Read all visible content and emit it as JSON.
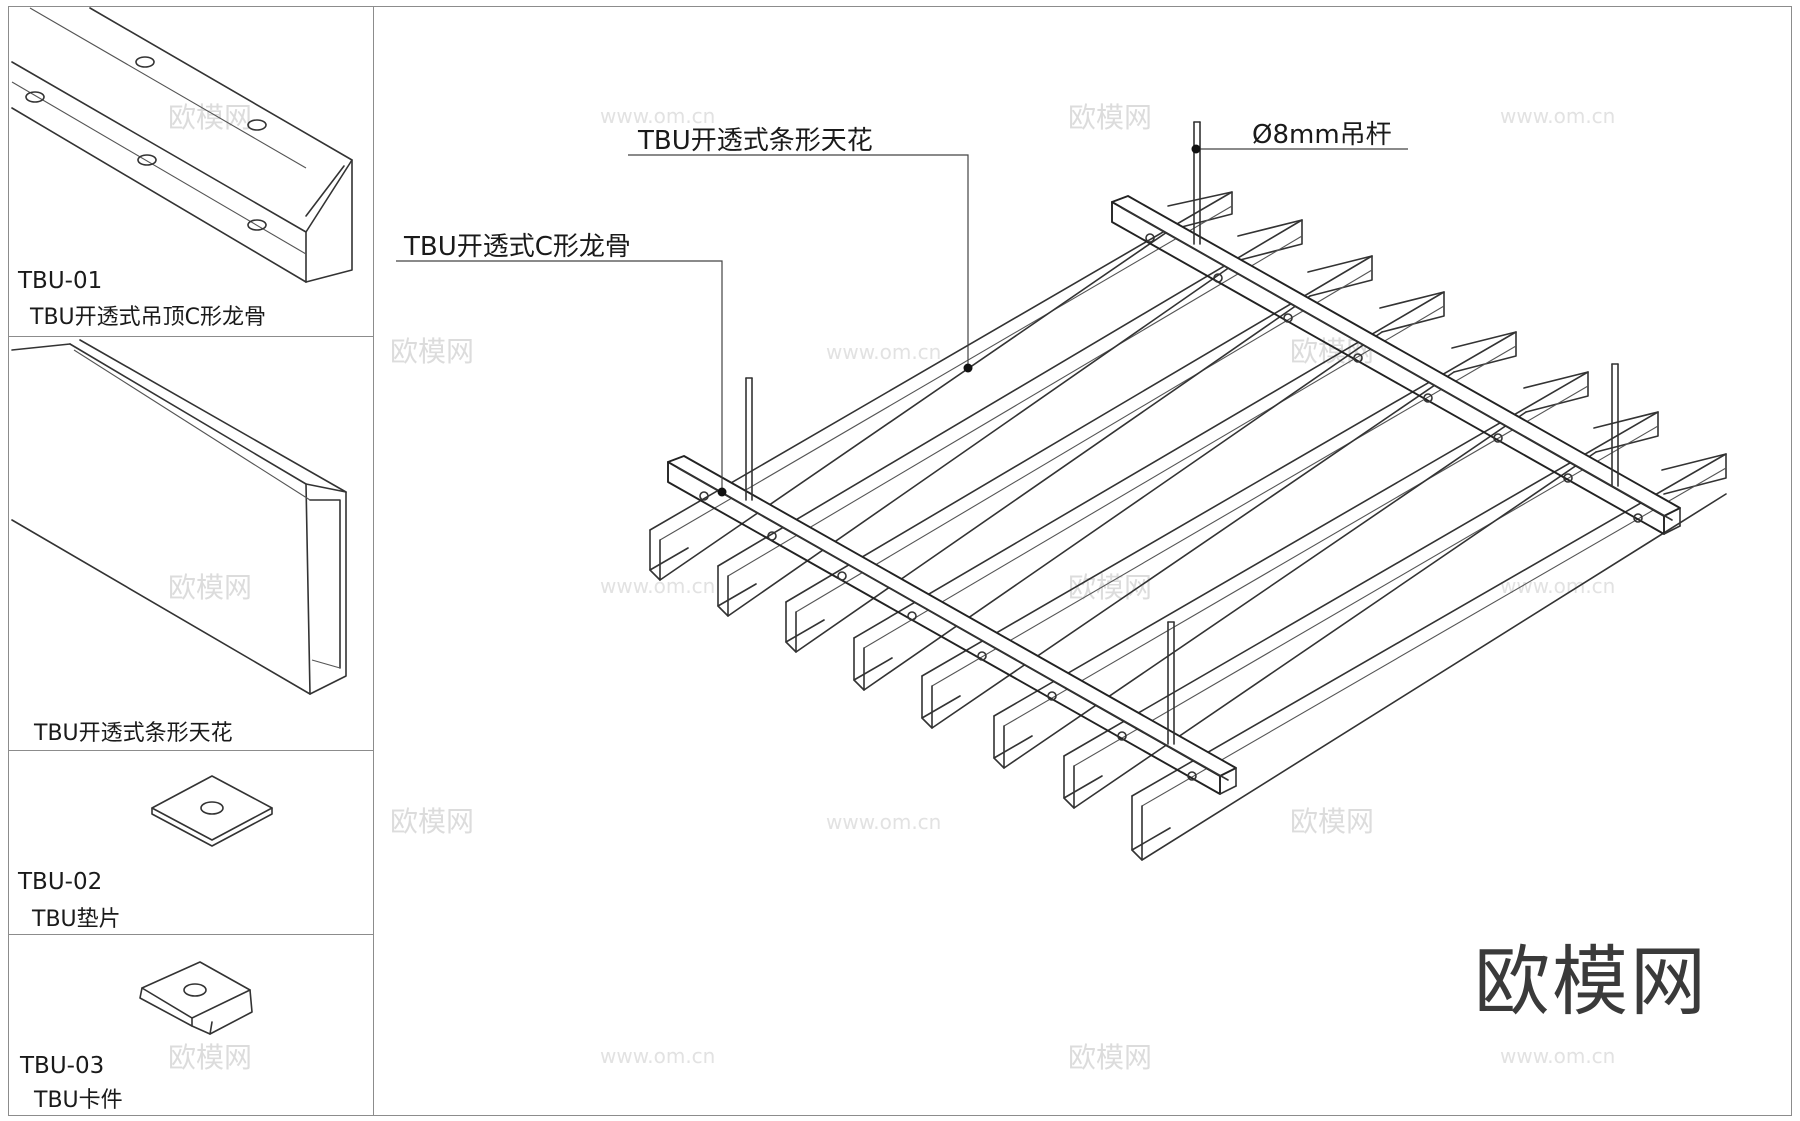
{
  "panels": [
    {
      "code": "TBU-01",
      "name": "TBU开透式吊顶C形龙骨"
    },
    {
      "code": "",
      "name": "TBU开透式条形天花"
    },
    {
      "code": "TBU-02",
      "name": "TBU垫片"
    },
    {
      "code": "TBU-03",
      "name": "TBU卡件"
    }
  ],
  "callouts": {
    "strip_ceiling": "TBU开透式条形天花",
    "c_keel": "TBU开透式C形龙骨",
    "rod": "Ø8mm吊杆"
  },
  "brand": "欧模网",
  "watermark": {
    "logo": "欧模网",
    "url": "www.om.cn"
  },
  "colors": {
    "line": "#333333",
    "frame": "#8c8c8c",
    "watermark": "#dcdcdc"
  }
}
